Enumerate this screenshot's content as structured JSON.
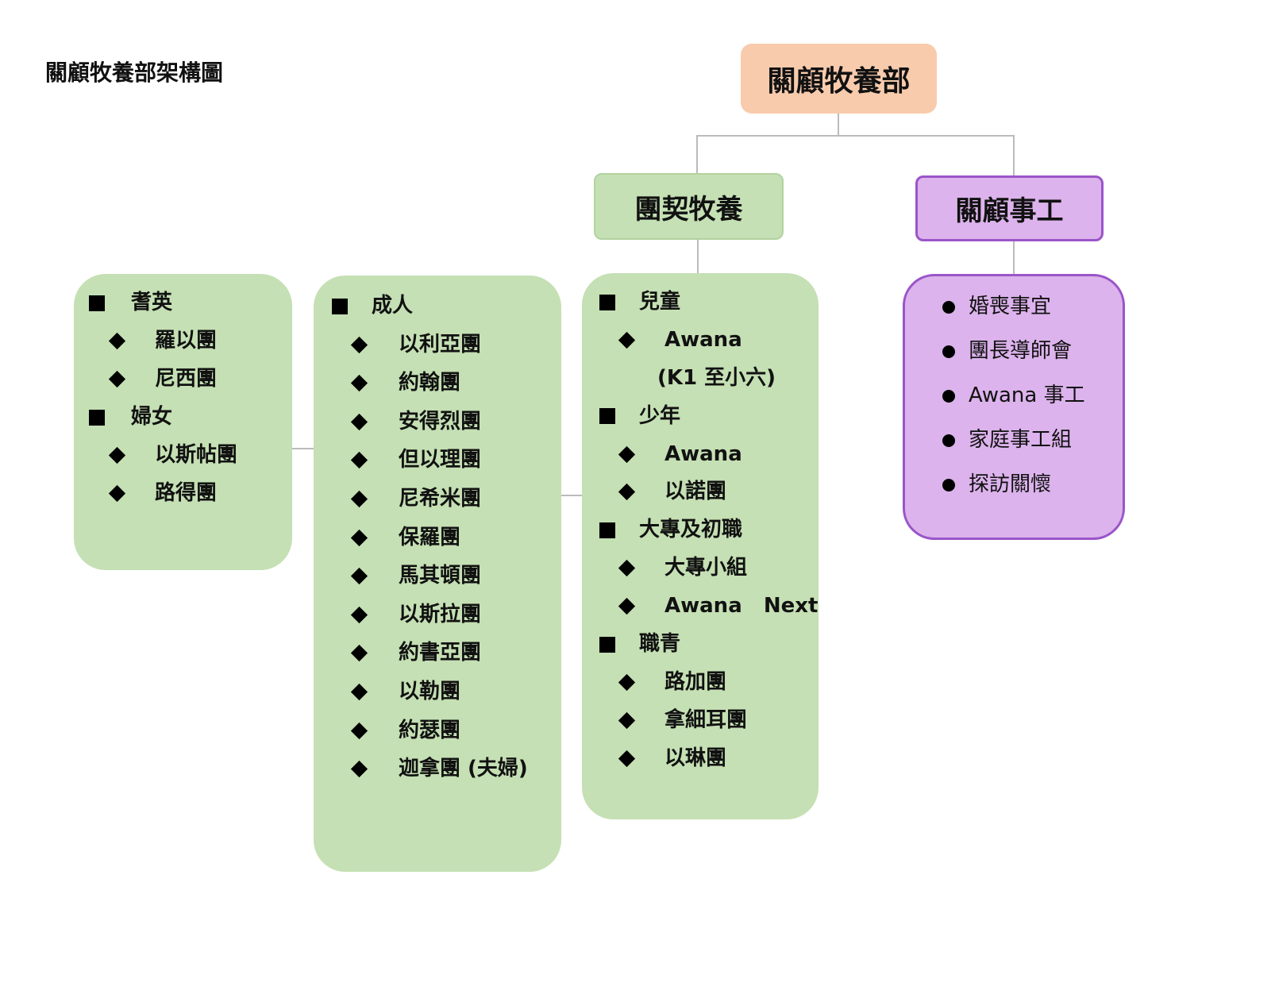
{
  "title": "關顧牧養部架構圖",
  "root": "關顧牧養部",
  "branches": {
    "fellowship": "團契牧養",
    "care": "關顧事工"
  },
  "boxes": [
    {
      "items": [
        {
          "type": "h",
          "text": "耆英"
        },
        {
          "type": "d",
          "text": "羅以團"
        },
        {
          "type": "d",
          "text": "尼西團"
        },
        {
          "type": "h",
          "text": "婦女"
        },
        {
          "type": "d",
          "text": "以斯帖團"
        },
        {
          "type": "d",
          "text": "路得團"
        }
      ]
    },
    {
      "items": [
        {
          "type": "h",
          "text": "成人"
        },
        {
          "type": "d",
          "text": "以利亞團"
        },
        {
          "type": "d",
          "text": "約翰團"
        },
        {
          "type": "d",
          "text": "安得烈團"
        },
        {
          "type": "d",
          "text": "但以理團"
        },
        {
          "type": "d",
          "text": "尼希米團"
        },
        {
          "type": "d",
          "text": "保羅團"
        },
        {
          "type": "d",
          "text": "馬其頓團"
        },
        {
          "type": "d",
          "text": "以斯拉團"
        },
        {
          "type": "d",
          "text": "約書亞團"
        },
        {
          "type": "d",
          "text": "以勒團"
        },
        {
          "type": "d",
          "text": "約瑟團"
        },
        {
          "type": "d",
          "text": "迦拿團 (夫婦)"
        }
      ]
    },
    {
      "items": [
        {
          "type": "h",
          "text": "兒童"
        },
        {
          "type": "d",
          "text": "Awana"
        },
        {
          "type": "c",
          "text": "(K1 至小六)"
        },
        {
          "type": "h",
          "text": "少年"
        },
        {
          "type": "d",
          "text": "Awana"
        },
        {
          "type": "d",
          "text": "以諾團"
        },
        {
          "type": "h",
          "text": "大專及初職"
        },
        {
          "type": "d",
          "text": "大專小組"
        },
        {
          "type": "d",
          "text": "Awana   Next"
        },
        {
          "type": "h",
          "text": "職青"
        },
        {
          "type": "d",
          "text": "路加團"
        },
        {
          "type": "d",
          "text": "拿細耳團"
        },
        {
          "type": "d",
          "text": "以琳團"
        }
      ]
    },
    {
      "items": [
        {
          "type": "b",
          "text": "婚喪事宜"
        },
        {
          "type": "b",
          "text": "團長導師會"
        },
        {
          "type": "b",
          "text": "Awana 事工"
        },
        {
          "type": "b",
          "text": "家庭事工組"
        },
        {
          "type": "b",
          "text": "探訪關懷"
        }
      ]
    }
  ]
}
